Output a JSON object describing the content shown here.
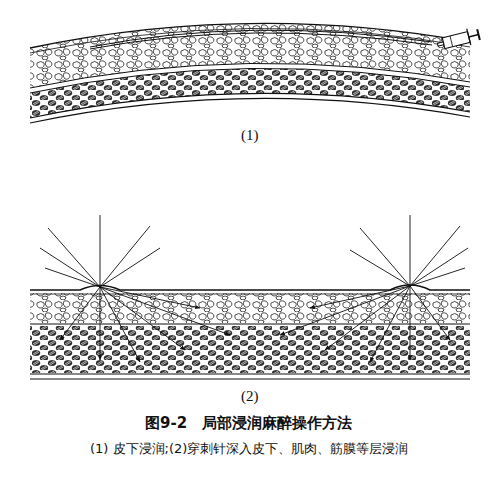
{
  "diagram": {
    "title": "图9-2　局部浸润麻醉操作方法",
    "caption": "(1) 皮下浸润;(2)穿刺针深入皮下、肌肉、筋膜等层浸润",
    "labels": [
      "(1)",
      "(2)"
    ]
  }
}
